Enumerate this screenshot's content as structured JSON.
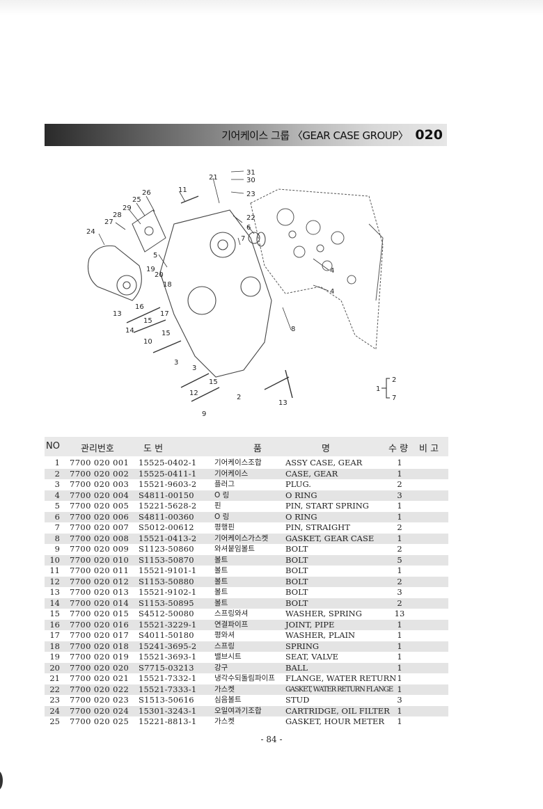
{
  "title": {
    "text": "기어케이스 그룹 〈GEAR CASE GROUP〉",
    "code": "020"
  },
  "diagram_labels": [
    "2",
    "3",
    "3",
    "4",
    "4",
    "5",
    "6",
    "7",
    "8",
    "9",
    "10",
    "11",
    "12",
    "13",
    "13",
    "14",
    "15",
    "15",
    "15",
    "16",
    "17",
    "18",
    "19",
    "20",
    "21",
    "22",
    "23",
    "24",
    "25",
    "26",
    "27",
    "28",
    "29",
    "30",
    "31",
    "1",
    "2",
    "7"
  ],
  "table": {
    "headers": {
      "no": "NO",
      "mgmt": "관리번호",
      "drawing": "도  번",
      "name_a": "품",
      "name_b": "명",
      "qty": "수 량",
      "remark": "비 고"
    },
    "rows": [
      {
        "no": "1",
        "mgmt": "7700 020 001",
        "part": "15525-0402-1",
        "ko": "기어케이스조합",
        "en": "ASSY CASE, GEAR",
        "qty": "1"
      },
      {
        "no": "2",
        "mgmt": "7700 020 002",
        "part": "15525-0411-1",
        "ko": "기어케이스",
        "en": "CASE, GEAR",
        "qty": "1"
      },
      {
        "no": "3",
        "mgmt": "7700 020 003",
        "part": "15521-9603-2",
        "ko": "플러그",
        "en": "PLUG.",
        "qty": "2"
      },
      {
        "no": "4",
        "mgmt": "7700 020 004",
        "part": "S4811-00150",
        "ko": "O 링",
        "en": "O RING",
        "qty": "3"
      },
      {
        "no": "5",
        "mgmt": "7700 020 005",
        "part": "15221-5628-2",
        "ko": "핀",
        "en": "PIN, START SPRING",
        "qty": "1"
      },
      {
        "no": "6",
        "mgmt": "7700 020 006",
        "part": "S4811-00360",
        "ko": "O 링",
        "en": "O RING",
        "qty": "1"
      },
      {
        "no": "7",
        "mgmt": "7700 020 007",
        "part": "S5012-00612",
        "ko": "평행핀",
        "en": "PIN, STRAIGHT",
        "qty": "2"
      },
      {
        "no": "8",
        "mgmt": "7700 020 008",
        "part": "15521-0413-2",
        "ko": "기어케이스가스켓",
        "en": "GASKET, GEAR CASE",
        "qty": "1"
      },
      {
        "no": "9",
        "mgmt": "7700 020 009",
        "part": "S1123-50860",
        "ko": "와셔붙임볼트",
        "en": "BOLT",
        "qty": "2"
      },
      {
        "no": "10",
        "mgmt": "7700 020 010",
        "part": "S1153-50870",
        "ko": "볼트",
        "en": "BOLT",
        "qty": "5"
      },
      {
        "no": "11",
        "mgmt": "7700 020 011",
        "part": "15521-9101-1",
        "ko": "볼트",
        "en": "BOLT",
        "qty": "1"
      },
      {
        "no": "12",
        "mgmt": "7700 020 012",
        "part": "S1153-50880",
        "ko": "볼트",
        "en": "BOLT",
        "qty": "2"
      },
      {
        "no": "13",
        "mgmt": "7700 020 013",
        "part": "15521-9102-1",
        "ko": "볼트",
        "en": "BOLT",
        "qty": "3"
      },
      {
        "no": "14",
        "mgmt": "7700 020 014",
        "part": "S1153-50895",
        "ko": "볼트",
        "en": "BOLT",
        "qty": "2"
      },
      {
        "no": "15",
        "mgmt": "7700 020 015",
        "part": "S4512-50080",
        "ko": "스프링와셔",
        "en": "WASHER, SPRING",
        "qty": "13"
      },
      {
        "no": "16",
        "mgmt": "7700 020 016",
        "part": "15521-3229-1",
        "ko": "연결파이프",
        "en": "JOINT, PIPE",
        "qty": "1"
      },
      {
        "no": "17",
        "mgmt": "7700 020 017",
        "part": "S4011-50180",
        "ko": "평와셔",
        "en": "WASHER, PLAIN",
        "qty": "1"
      },
      {
        "no": "18",
        "mgmt": "7700 020 018",
        "part": "15241-3695-2",
        "ko": "스프링",
        "en": "SPRING",
        "qty": "1"
      },
      {
        "no": "19",
        "mgmt": "7700 020 019",
        "part": "15521-3693-1",
        "ko": "밸브시트",
        "en": "SEAT, VALVE",
        "qty": "1"
      },
      {
        "no": "20",
        "mgmt": "7700 020 020",
        "part": "S7715-03213",
        "ko": "강구",
        "en": "BALL",
        "qty": "1"
      },
      {
        "no": "21",
        "mgmt": "7700 020 021",
        "part": "15521-7332-1",
        "ko": "냉각수되돌림파이프",
        "en": "FLANGE, WATER RETURN",
        "qty": "1"
      },
      {
        "no": "22",
        "mgmt": "7700 020 022",
        "part": "15521-7333-1",
        "ko": "가스켓",
        "en": "GASKET, WATER RETURN FLANGE",
        "qty": "1"
      },
      {
        "no": "23",
        "mgmt": "7700 020 023",
        "part": "S1513-50616",
        "ko": "심음볼트",
        "en": "STUD",
        "qty": "3"
      },
      {
        "no": "24",
        "mgmt": "7700 020 024",
        "part": "15301-3243-1",
        "ko": "오일여과기조합",
        "en": "CARTRIDGE, OIL FILTER",
        "qty": "1"
      },
      {
        "no": "25",
        "mgmt": "7700 020 025",
        "part": "15221-8813-1",
        "ko": "가스켓",
        "en": "GASKET, HOUR METER",
        "qty": "1"
      }
    ]
  },
  "page_number": "- 84 -"
}
